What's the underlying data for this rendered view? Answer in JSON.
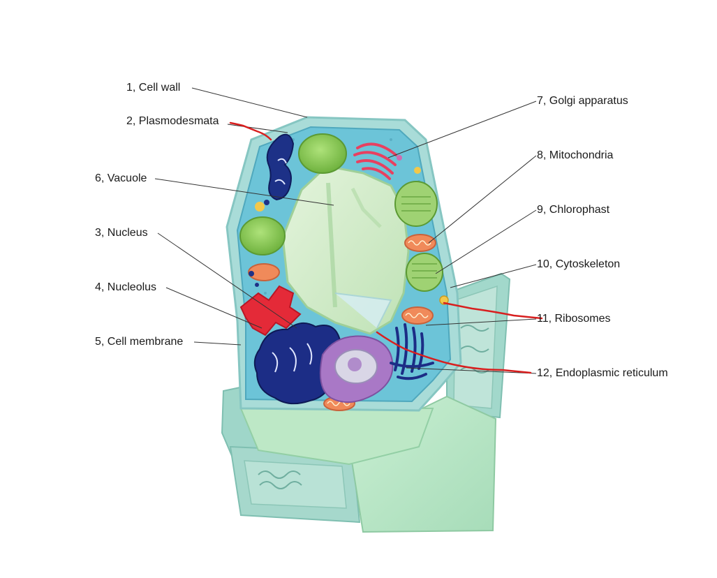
{
  "labels": {
    "l1": "1, Cell wall",
    "l2": "2, Plasmodesmata",
    "l3": "3, Nucleus",
    "l4": "4, Nucleolus",
    "l5": "5, Cell membrane",
    "l6": "6, Vacuole",
    "l7": "7, Golgi apparatus",
    "l8": "8, Mitochondria",
    "l9": "9, Chlorophast",
    "l10": "10, Cytoskeleton",
    "l11": "11, Ribosomes",
    "l12": "12, Endoplasmic reticulum"
  },
  "colors": {
    "cytoplasm": "#6cc4d8",
    "cell_wall": "#a9dcd8",
    "vacuole": "#cfe9c4",
    "chloroplast": "#8ccc55",
    "nucleus": "#1c2d86",
    "nucleolus_body": "#a978c6",
    "golgi": "#e84060",
    "mitochondria": "#f08a5a",
    "leader_line": "#333333",
    "marker_red": "#d81f1f"
  }
}
